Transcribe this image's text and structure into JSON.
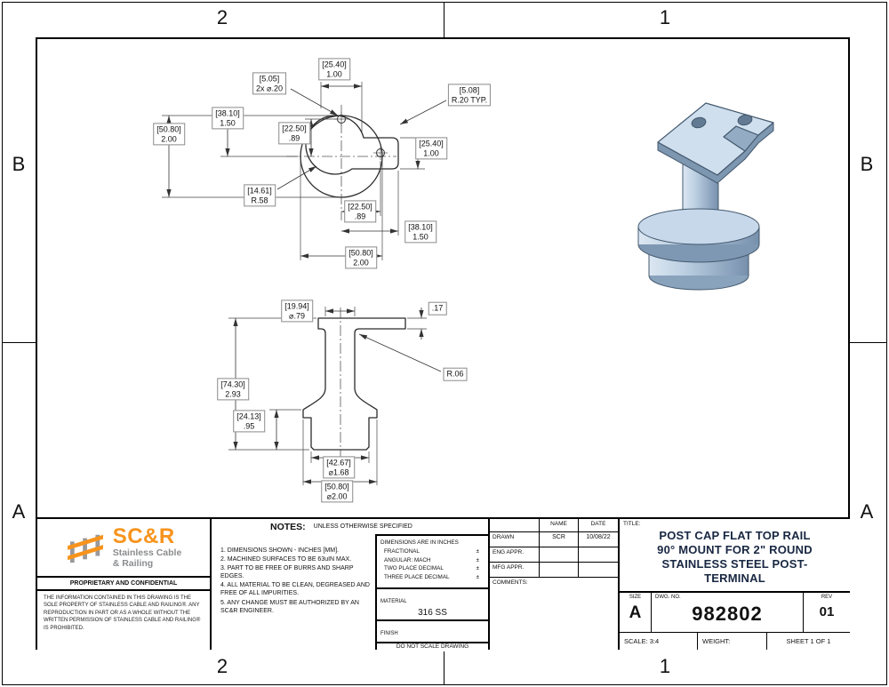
{
  "sheet": {
    "zones": {
      "top_left": "2",
      "top_right": "1",
      "bottom_left": "2",
      "bottom_right": "1",
      "left_top": "B",
      "left_bottom": "A",
      "right_top": "B",
      "right_bottom": "A"
    }
  },
  "top_view": {
    "dims": {
      "hole_dia": {
        "mm": "[5.05]",
        "in": "2x ⌀.20"
      },
      "width_top": {
        "mm": "[25.40]",
        "in": "1.00"
      },
      "corner_radius": {
        "mm": "[5.08]",
        "in": "R.20  TYP."
      },
      "height_center": {
        "mm": "[38.10]",
        "in": "1.50"
      },
      "height_overall": {
        "mm": "[50.80]",
        "in": "2.00"
      },
      "hole_offset_v": {
        "mm": "[22.50]",
        "in": ".89"
      },
      "arm_width": {
        "mm": "[25.40]",
        "in": "1.00"
      },
      "lobe_radius": {
        "mm": "[14.61]",
        "in": "R.58"
      },
      "hole_offset_h": {
        "mm": "[22.50]",
        "in": ".89"
      },
      "arm_length": {
        "mm": "[38.10]",
        "in": "1.50"
      },
      "width_overall": {
        "mm": "[50.80]",
        "in": "2.00"
      }
    }
  },
  "front_view": {
    "dims": {
      "stem_dia": {
        "mm": "[19.94]",
        "in": "⌀.79"
      },
      "plate_thickness": ".17",
      "fillet_radius": "R.06",
      "height_overall": {
        "mm": "[74.30]",
        "in": "2.93"
      },
      "insert_height": {
        "mm": "[24.13]",
        "in": ".95"
      },
      "insert_dia": {
        "mm": "[42.67]",
        "in": "⌀1.68"
      },
      "flange_dia": {
        "mm": "[50.80]",
        "in": "⌀2.00"
      }
    }
  },
  "title_block": {
    "logo": {
      "brand": "SC&R",
      "tagline1": "Stainless Cable",
      "tagline2": "& Railing"
    },
    "proprietary": {
      "heading": "PROPRIETARY AND CONFIDENTIAL",
      "body": "THE INFORMATION CONTAINED IN THIS DRAWING IS THE SOLE PROPERTY OF STAINLESS CABLE AND RAILING®. ANY REPRODUCTION IN PART OR AS A WHOLE WITHOUT THE WRITTEN PERMISSION OF STAINLESS CABLE AND RAILING® IS PROHIBITED."
    },
    "notes": {
      "heading": "NOTES:",
      "subheading": "UNLESS OTHERWISE SPECIFIED",
      "items": [
        "1. DIMENSIONS SHOWN - INCHES [MM].",
        "2. MACHINED SURFACES TO BE 63uIN MAX.",
        "3. PART TO BE FREE OF BURRS AND SHARP EDGES.",
        "4. ALL MATERIAL TO BE CLEAN, DEGREASED AND FREE OF ALL IMPURITIES.",
        "5. ANY CHANGE MUST BE AUTHORIZED BY AN SC&R ENGINEER."
      ]
    },
    "tolerance_box": {
      "title": "DIMENSIONS ARE IN INCHES",
      "rows": [
        {
          "label": "FRACTIONAL",
          "pm": "±"
        },
        {
          "label": "ANGULAR: MACH",
          "pm": "±"
        },
        {
          "label": "TWO PLACE DECIMAL",
          "pm": "±"
        },
        {
          "label": "THREE PLACE DECIMAL",
          "pm": "±"
        }
      ]
    },
    "material": {
      "label": "MATERIAL",
      "value": "316 SS"
    },
    "finish": {
      "label": "FINISH",
      "value": ""
    },
    "do_not_scale": "DO NOT SCALE DRAWING",
    "approvals": {
      "name_header": "NAME",
      "date_header": "DATE",
      "rows": [
        {
          "label": "DRAWN",
          "name": "SCR",
          "date": "10/08/22"
        },
        {
          "label": "ENG APPR.",
          "name": "",
          "date": ""
        },
        {
          "label": "MFG APPR.",
          "name": "",
          "date": ""
        }
      ],
      "comments_label": "COMMENTS:"
    },
    "title": {
      "label": "TITLE:",
      "line1": "POST CAP FLAT TOP RAIL",
      "line2": "90° MOUNT FOR 2\" ROUND",
      "line3": "STAINLESS STEEL POST-",
      "line4": "TERMINAL"
    },
    "size": {
      "label": "SIZE",
      "value": "A"
    },
    "dwg": {
      "label": "DWG.  NO.",
      "value": "982802"
    },
    "rev": {
      "label": "REV",
      "value": "01"
    },
    "scale": {
      "label": "SCALE: 3:4"
    },
    "weight": {
      "label": "WEIGHT:"
    },
    "sheet_of": {
      "label": "SHEET 1 OF 1"
    }
  },
  "colors": {
    "accent_orange": "#f7941d",
    "logo_gray": "#8a8c8e",
    "title_navy": "#182742",
    "part_blue": "#c7d8ea"
  }
}
